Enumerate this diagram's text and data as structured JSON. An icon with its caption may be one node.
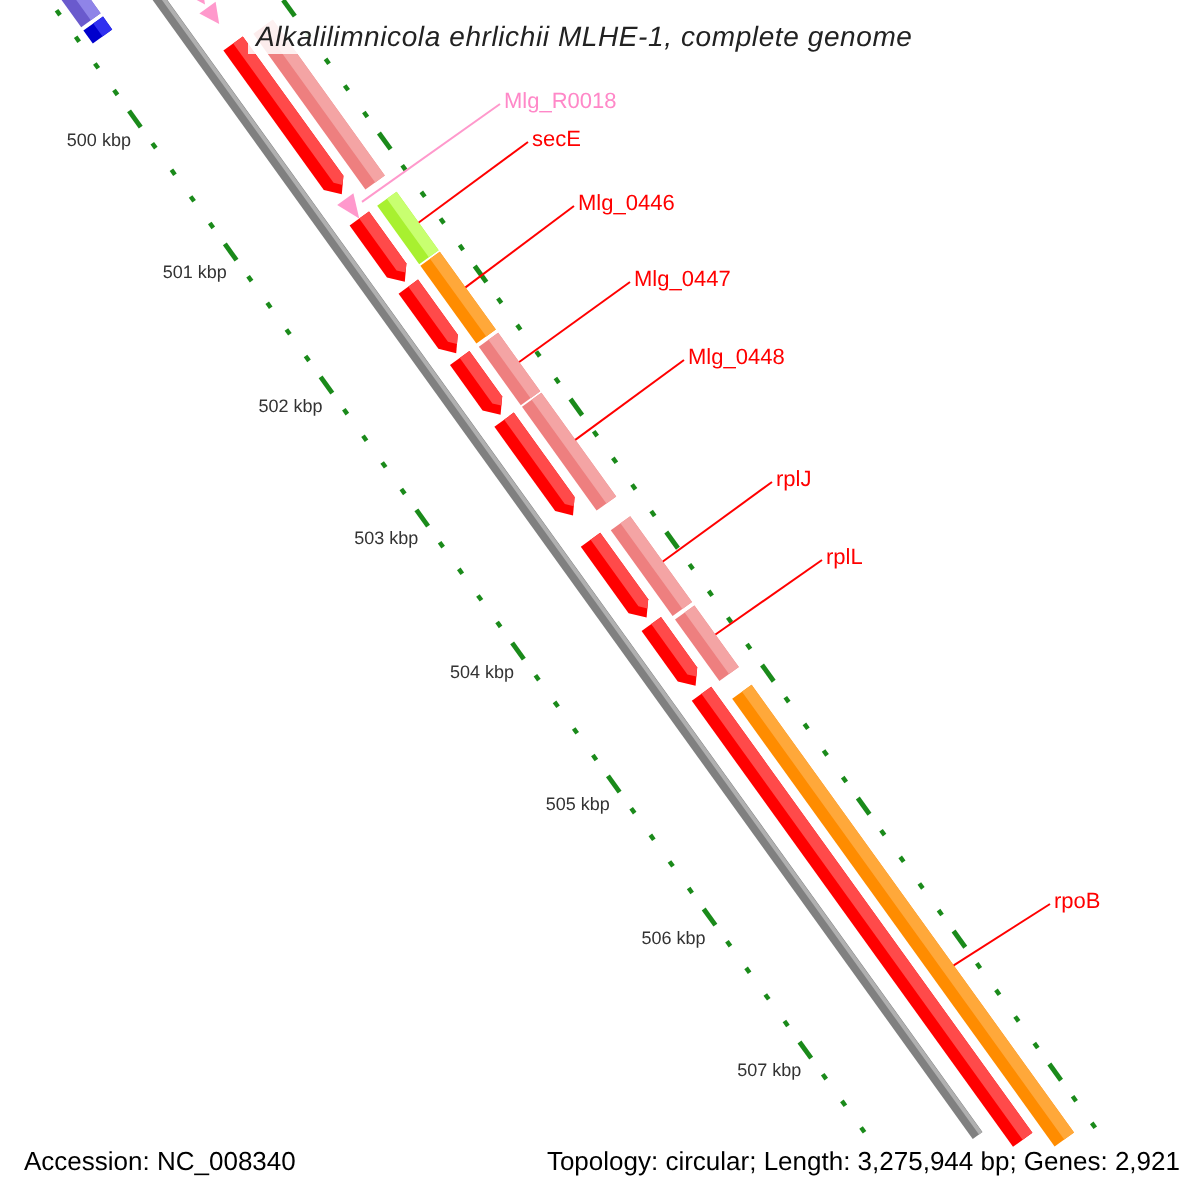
{
  "diagram": {
    "title": "Alkalilimnicola ehrlichii MLHE-1, complete genome",
    "nodes": [
      {
        "text": [
          "Mlg_R0018"
        ]
      },
      {
        "text": [],
        "shape": "triangle"
      },
      {
        "text": [
          "secE"
        ]
      },
      {
        "text": [],
        "shape": "bar"
      },
      {
        "text": [
          "Mlg_0446"
        ]
      },
      {
        "text": [],
        "shape": "bar"
      },
      {
        "text": [
          "Mlg_0447"
        ]
      },
      {
        "text": [],
        "shape": "bar"
      },
      {
        "text": [
          "Mlg_0448"
        ]
      },
      {
        "text": [],
        "shape": "bar"
      },
      {
        "text": [
          "rplJ"
        ]
      },
      {
        "text": [],
        "shape": "bar"
      },
      {
        "text": [
          "rplL"
        ]
      },
      {
        "text": [],
        "shape": "bar"
      },
      {
        "text": [
          "rpoB"
        ]
      },
      {
        "text": [],
        "shape": "bar"
      },
      {
        "text": [],
        "shape": "bar"
      },
      {
        "text": [],
        "shape": "bar"
      },
      {
        "text": [],
        "shape": "triangle"
      },
      {
        "text": [],
        "shape": "triangle"
      },
      {
        "text": [],
        "shape": "pentagon"
      },
      {
        "text": [],
        "shape": "bar"
      },
      {
        "text": [],
        "shape": "pentagon"
      },
      {
        "text": [],
        "shape": "pentagon"
      },
      {
        "text": [],
        "shape": "pentagon"
      },
      {
        "text": [],
        "shape": "pentagon"
      },
      {
        "text": [],
        "shape": "pentagon"
      },
      {
        "text": [],
        "shape": "pentagon"
      },
      {
        "text": [],
        "shape": "bar"
      }
    ],
    "edges": [
      {
        "from": 0,
        "to": 1,
        "arrow": "none",
        "color": "#ff99cc"
      },
      {
        "from": 2,
        "to": 3,
        "arrow": "none"
      },
      {
        "from": 4,
        "to": 5,
        "arrow": "none"
      },
      {
        "from": 6,
        "to": 7,
        "arrow": "none"
      },
      {
        "from": 8,
        "to": 9,
        "arrow": "none"
      },
      {
        "from": 10,
        "to": 11,
        "arrow": "none"
      },
      {
        "from": 12,
        "to": 13,
        "arrow": "none"
      },
      {
        "from": 14,
        "to": 15,
        "arrow": "none"
      }
    ],
    "labels": [
      "500 kbp",
      "501 kbp",
      "502 kbp",
      "503 kbp",
      "504 kbp",
      "505 kbp",
      "506 kbp",
      "507 kbp",
      "Accession: NC_008340",
      "Topology: circular; Length: 3,275,944 bp; Genes: 2,921"
    ]
  }
}
